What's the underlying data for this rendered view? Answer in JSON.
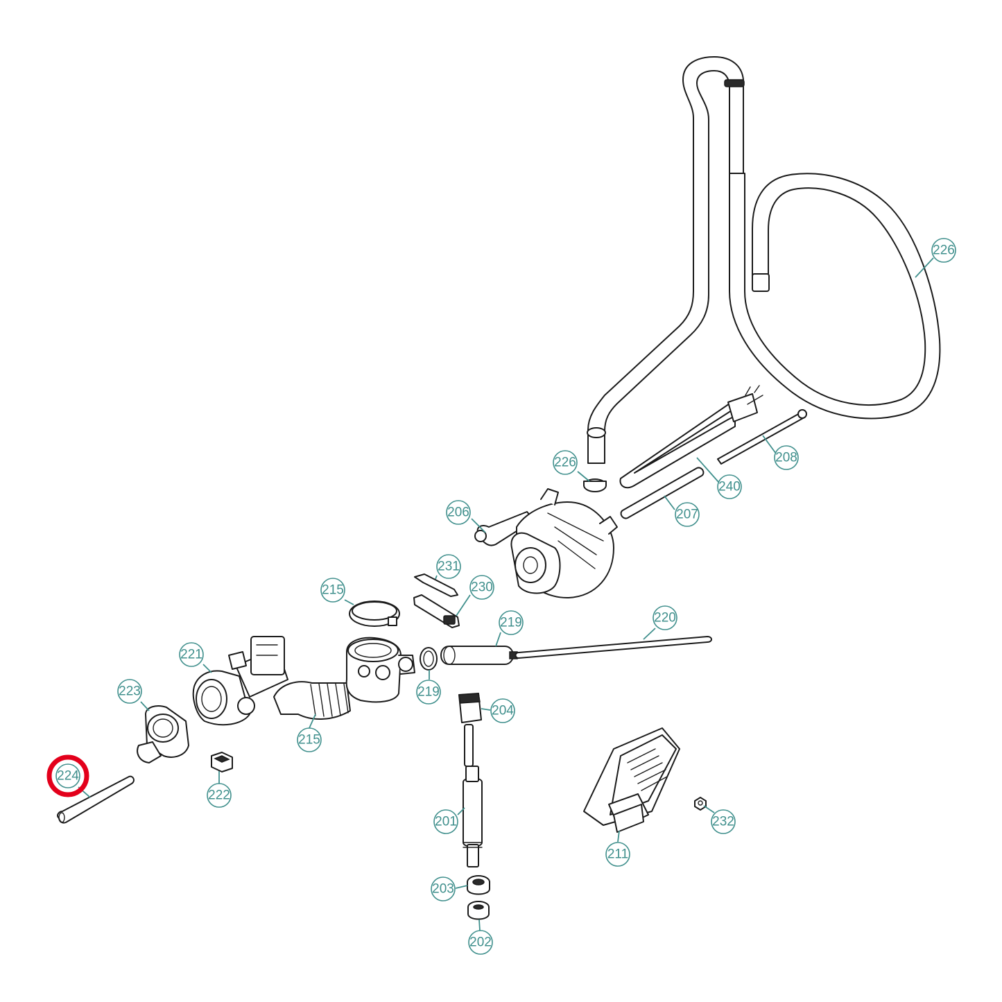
{
  "diagram": {
    "highlighted_callout": "224",
    "colors": {
      "callout": "#3f8f8c",
      "highlight": "#e3001b",
      "line_art": "#1a1a1a"
    },
    "callouts": {
      "c226a": "226",
      "c226b": "226",
      "c208": "208",
      "c240": "240",
      "c207": "207",
      "c206": "206",
      "c231": "231",
      "c230": "230",
      "c215a": "215",
      "c215b": "215",
      "c219a": "219",
      "c219b": "219",
      "c220": "220",
      "c221": "221",
      "c223": "223",
      "c204": "204",
      "c224": "224",
      "c222": "222",
      "c201": "201",
      "c211": "211",
      "c232": "232",
      "c203": "203",
      "c202": "202"
    }
  }
}
